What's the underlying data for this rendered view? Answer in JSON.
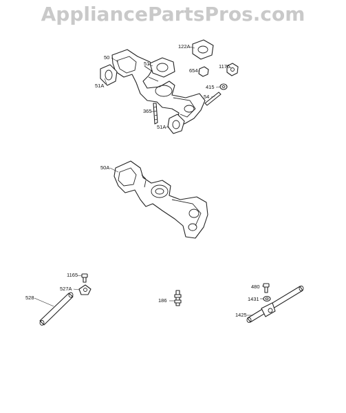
{
  "watermark": "AppliancePartsPros.com",
  "callouts": {
    "p50": "50",
    "p51": "51",
    "p51a_top": "51A",
    "p51a_bottom": "51A",
    "p122a": "122A",
    "p654": "654",
    "p1176": "1176",
    "p415": "415",
    "p54": "54",
    "p365": "365",
    "p50a": "50A",
    "p1165": "1165",
    "p527a": "527A",
    "p528": "528",
    "p186": "186",
    "p480": "480",
    "p1431": "1431",
    "p1425": "1425"
  }
}
